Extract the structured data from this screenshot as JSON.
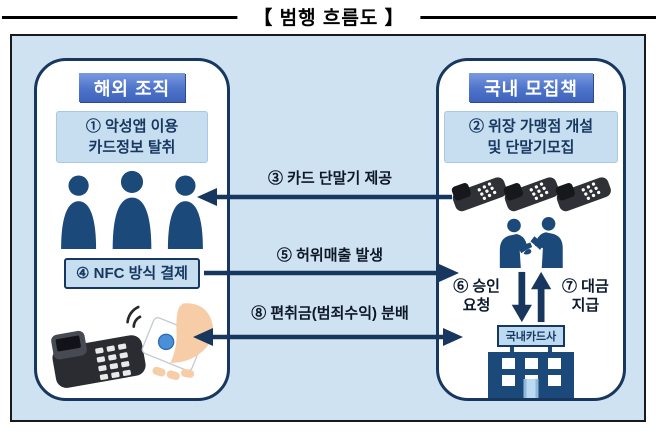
{
  "title": "【 범행 흐름도 】",
  "left_box": {
    "header": "해외 조직",
    "step1": "① 악성앱 이용\n카드정보 탈취",
    "step4": "④ NFC 방식 결제"
  },
  "right_box": {
    "header": "국내 모집책",
    "step2": "② 위장 가맹점 개설\n및 단말기모집",
    "step6": "⑥ 승인\n요청",
    "step7": "⑦ 대금\n지급",
    "bank_sign": "국내카드사"
  },
  "flows": {
    "step3": "③ 카드 단말기 제공",
    "step5": "⑤ 허위매출 발생",
    "step8": "⑧ 편취금(범죄수익) 분배"
  },
  "icons": {
    "left_people": "three-person-silhouettes-icon",
    "right_terminals": "three-card-terminals-icon",
    "right_people": "two-people-talking-icon",
    "nfc": "nfc-tap-payment-icon",
    "bank": "card-company-building-icon"
  },
  "colors": {
    "panel_fill": "#cfe2f1",
    "panel_border": "#1a1a1a",
    "box_border": "#17375e",
    "header_blue": "#4d73ca",
    "label_fill": "#c7def1",
    "navy_text": "#17375e",
    "silhouette": "#1b4a7a",
    "skin": "#f6cda6",
    "nfc_dot_blue": "#4a90d9"
  }
}
